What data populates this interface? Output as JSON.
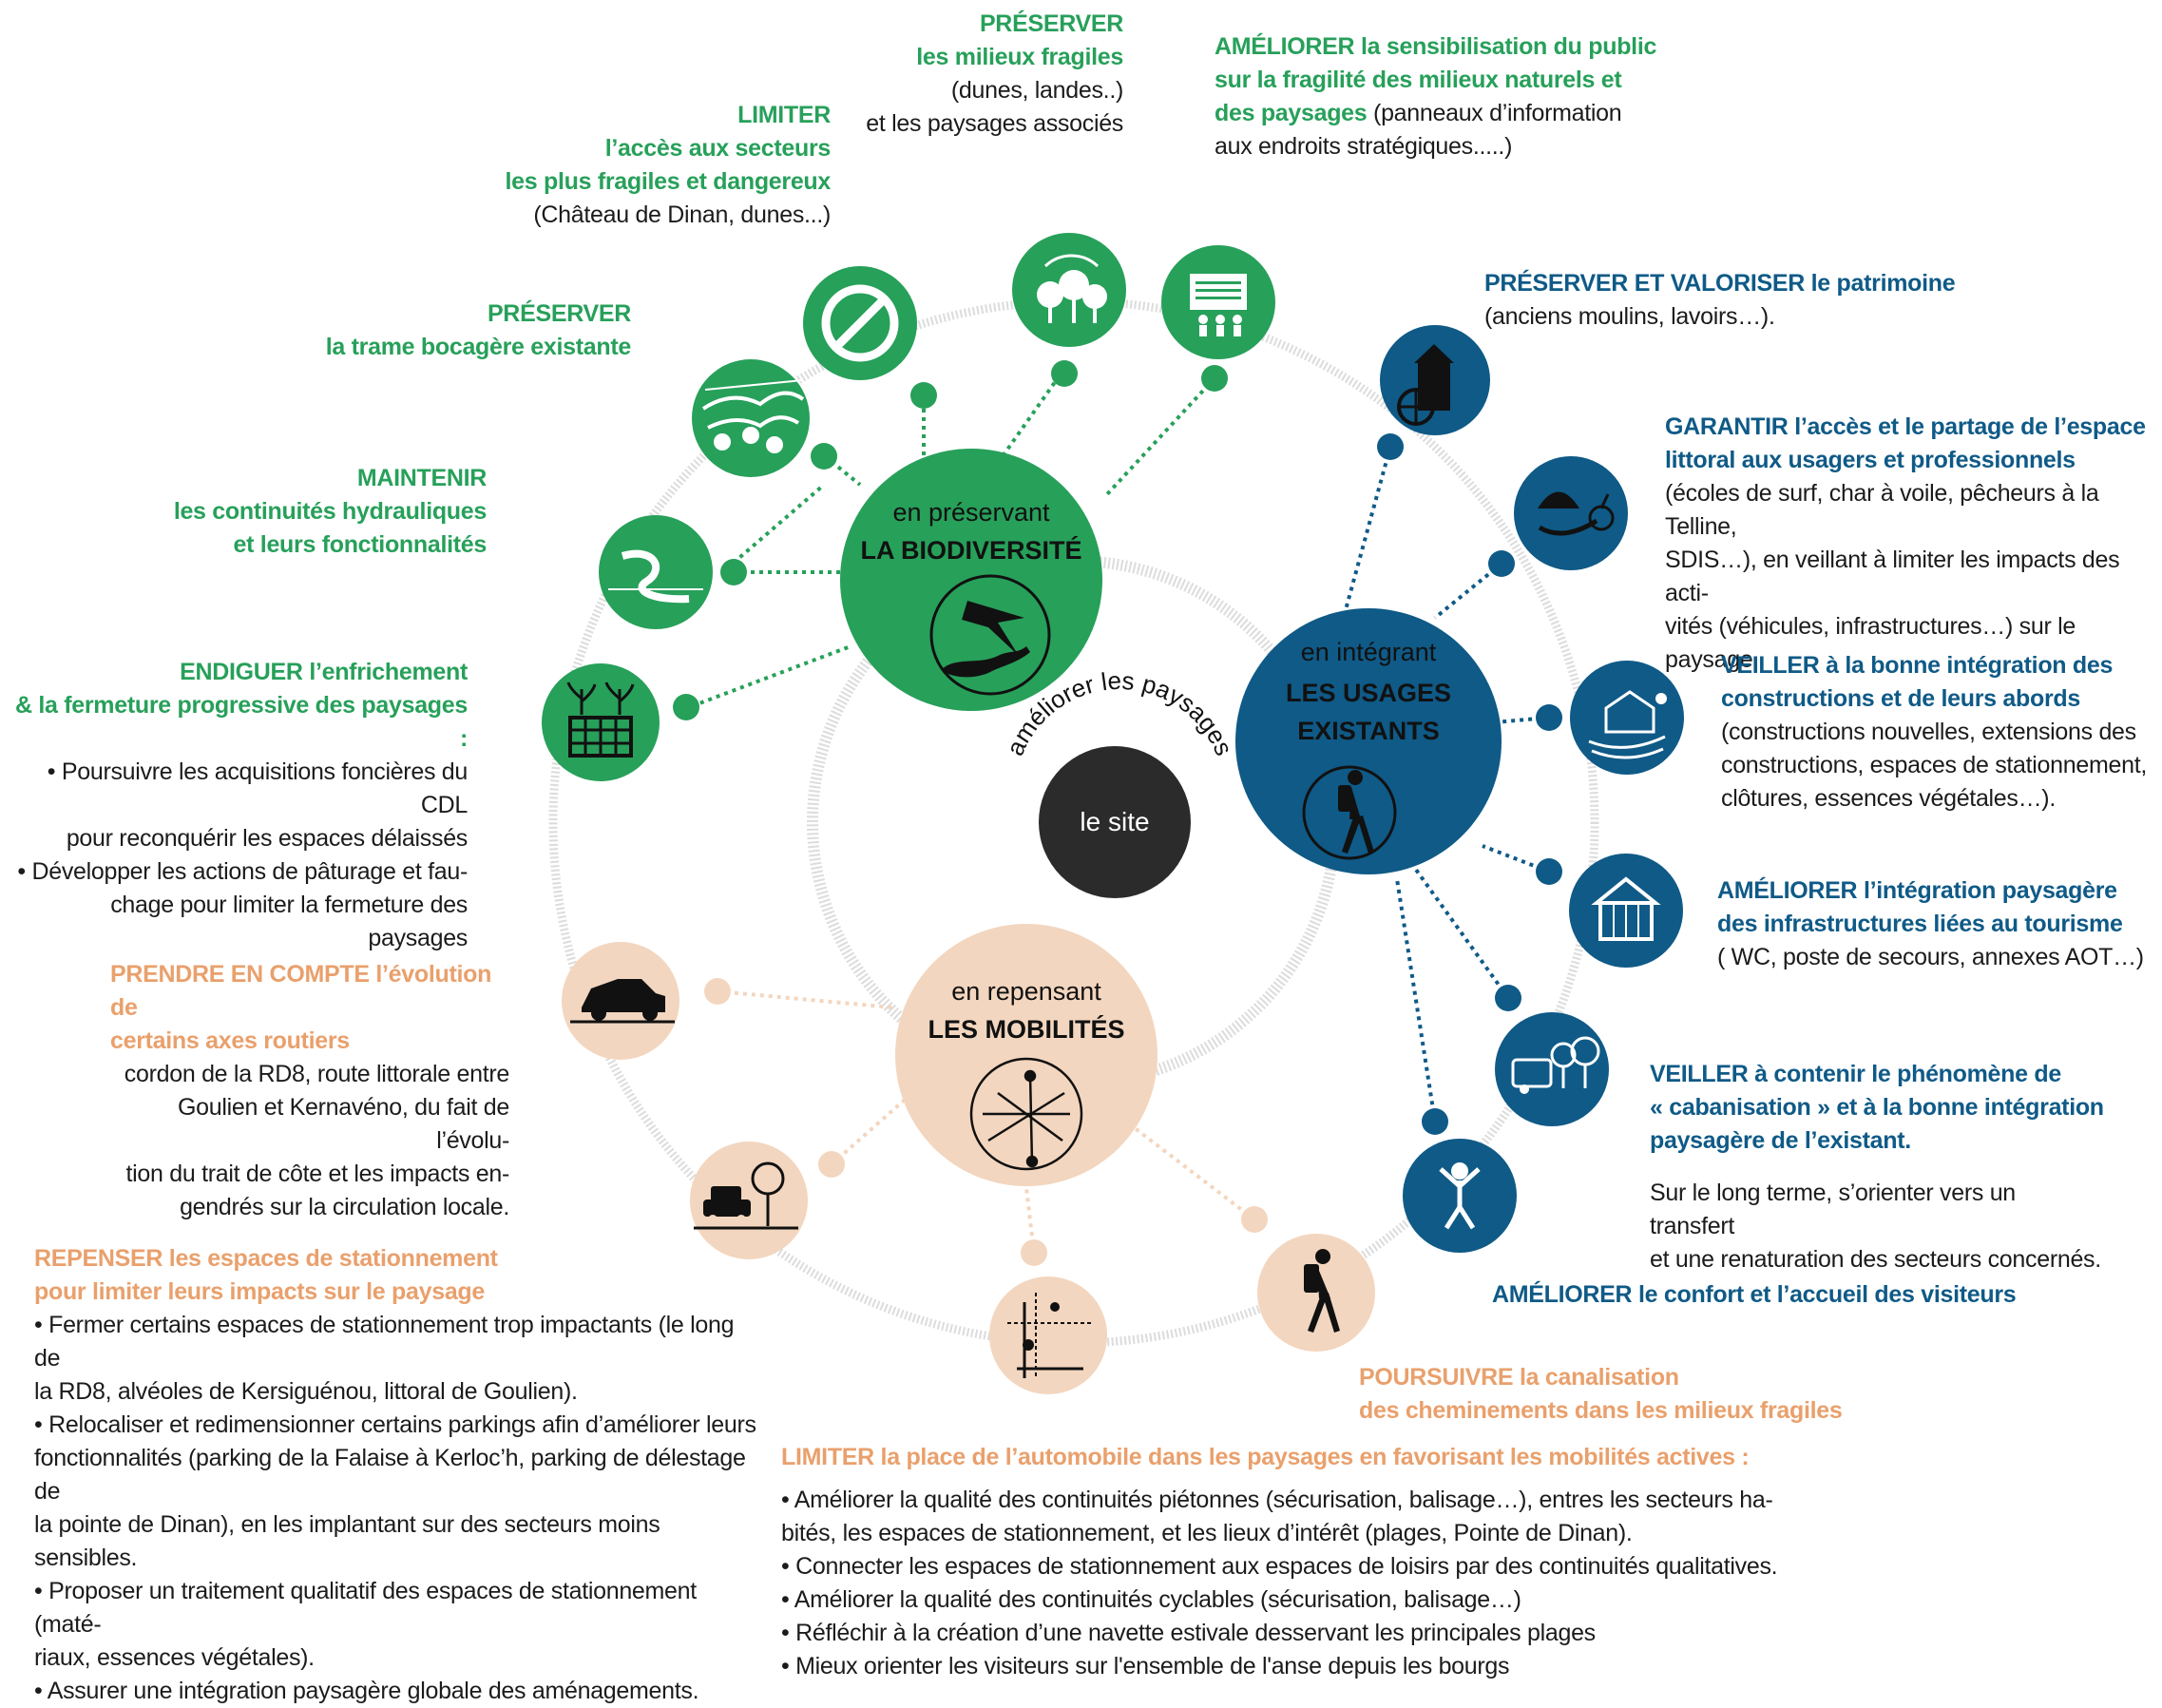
{
  "colors": {
    "green": "#27a05a",
    "green_text": "#27a05a",
    "blue": "#0f5a87",
    "blue_text": "#0f5a87",
    "peach": "#f3d6bf",
    "orange_text": "#e9a06c",
    "dark": "#2b2b2b",
    "ring": "#d9d9d9"
  },
  "center": {
    "label": "le site",
    "arc_label": "améliorer les paysages"
  },
  "hubs": {
    "biodiversite": {
      "line1": "en préservant",
      "line2": "LA BIODIVERSITÉ",
      "icon": "swift-bird-and-lizard-icon"
    },
    "usages": {
      "line1": "en intégrant",
      "line2": "LES USAGES",
      "line3": "EXISTANTS",
      "icon": "hiker-icon"
    },
    "mobilites": {
      "line1": "en repensant",
      "line2": "LES MOBILITÉS",
      "icon": "network-arrows-icon"
    }
  },
  "icons": {
    "forbidden": "forbidden-sign-icon",
    "trees_cycle": "trees-cycle-icon",
    "information_board": "information-board-icon",
    "hedgerow": "hedgerow-landscape-icon",
    "river": "river-icon",
    "fence_plants": "fence-plants-icon",
    "mill": "mill-icon",
    "shell_hand": "shell-hand-icon",
    "house_landscape": "house-landscape-icon",
    "cabin": "cabin-icon",
    "caravan_trees": "caravan-trees-icon",
    "happy_person": "happy-person-icon",
    "hiker": "hiker-icon",
    "modes_chart": "mobility-modes-icon",
    "parking_tree": "parking-tree-icon",
    "car": "car-icon"
  },
  "texts": {
    "preserver_milieux": {
      "key": "PRÉSERVER",
      "l1": "les milieux fragiles",
      "l2": "(dunes, landes..)",
      "l3": "et les paysages associés"
    },
    "ameliorer_sensibilisation": {
      "key": "AMÉLIORER",
      "l1": "la sensibilisation du public",
      "l2": "sur la fragilité des milieux naturels et",
      "l3": "des paysages",
      "l3b": "(panneaux d’information",
      "l4": "aux endroits stratégiques.....)"
    },
    "limiter_acces": {
      "key": "LIMITER",
      "l1": "l’accès aux secteurs",
      "l2": "les plus fragiles et dangereux",
      "l3": "(Château de Dinan, dunes...)"
    },
    "preserver_trame": {
      "key": "PRÉSERVER",
      "l1": "la trame bocagère existante"
    },
    "maintenir": {
      "key": "MAINTENIR",
      "l1": "les continuités hydrauliques",
      "l2": "et leurs fonctionnalités"
    },
    "endiguer": {
      "key": "ENDIGUER",
      "l1a": "l’enfrichement",
      "l2": "& la fermeture progressive des paysages :",
      "b1a": "• Poursuivre les acquisitions foncières du CDL",
      "b1b": "pour reconquérir les espaces délaissés",
      "b2a": "• Développer les actions de pâturage et fau-",
      "b2b": "chage pour limiter la fermeture des paysages"
    },
    "patrimoine": {
      "key": "PRÉSERVER ET VALORISER",
      "l1": "le patrimoine",
      "l2": "(anciens moulins, lavoirs…)."
    },
    "garantir": {
      "key": "GARANTIR",
      "l1": "l’accès et le partage de l’espace",
      "l2": "littoral aux usagers et professionnels",
      "l3": "(écoles de surf, char à voile, pêcheurs à la Telline,",
      "l4": "SDIS…), en veillant à limiter les impacts des acti-",
      "l5": "vités (véhicules, infrastructures…) sur le paysage."
    },
    "veiller_constructions": {
      "key": "VEILLER",
      "l1": "à la bonne intégration des",
      "l2": "constructions et de leurs abords",
      "l3": "(constructions nouvelles, extensions des",
      "l4": "constructions, espaces de stationnement,",
      "l5": "clôtures, essences végétales…)."
    },
    "ameliorer_infra": {
      "key": "AMÉLIORER",
      "l1": "l’intégration paysagère",
      "l2": "des infrastructures liées au tourisme",
      "l3": "( WC, poste de secours, annexes AOT…)"
    },
    "veiller_cabanisation": {
      "key": "VEILLER",
      "l1": "à contenir le phénomène de",
      "l2": "« cabanisation » et à la bonne intégration",
      "l3": "paysagère de l’existant.",
      "l4": "Sur le long terme, s’orienter vers un transfert",
      "l5": "et une renaturation des secteurs concernés."
    },
    "ameliorer_confort": {
      "key": "AMÉLIORER",
      "l1": "le confort et l’accueil des visiteurs"
    },
    "poursuivre": {
      "key": "POURSUIVRE",
      "l1": "la canalisation",
      "l2": "des cheminements dans les milieux fragiles"
    },
    "prendre_compte": {
      "key": "PRENDRE EN COMPTE",
      "l1": "l’évolution de",
      "l2": "certains axes routiers",
      "l3": "cordon de la RD8, route littorale entre",
      "l4": "Goulien et Kernavéno, du fait de l’évolu-",
      "l5": "tion du trait de côte et les impacts en-",
      "l6": "gendrés sur la circulation locale."
    },
    "repenser": {
      "key": "REPENSER",
      "l1": "les espaces de stationnement",
      "l2": "pour limiter leurs impacts sur le paysage",
      "b1": "• Fermer certains espaces de stationnement trop impactants (le long de",
      "b1b": "la RD8, alvéoles de Kersiguénou, littoral de Goulien).",
      "b2": "• Relocaliser et redimensionner certains parkings afin d’améliorer leurs",
      "b2b": "fonctionnalités (parking de la Falaise à Kerloc’h, parking de délestage de",
      "b2c": "la pointe de Dinan), en les implantant sur des secteurs moins sensibles.",
      "b3": "• Proposer un traitement qualitatif des espaces de stationnement (maté-",
      "b3b": "riaux, essences végétales).",
      "b4": "• Assurer une intégration paysagère globale des aménagements."
    },
    "limiter_auto": {
      "key": "LIMITER",
      "l1": "la place de l’automobile dans les paysages en favorisant les mobilités actives :",
      "b1": "• Améliorer la qualité des continuités piétonnes (sécurisation, balisage…), entres les secteurs ha-",
      "b1b": "bités, les espaces de stationnement, et les lieux d’intérêt (plages, Pointe de Dinan).",
      "b2": "• Connecter les espaces de stationnement aux espaces de loisirs par des continuités qualitatives.",
      "b3": "• Améliorer la qualité des continuités cyclables (sécurisation, balisage…)",
      "b4": "• Réfléchir à la création d’une navette estivale desservant les principales plages",
      "b5": "• Mieux orienter les visiteurs sur l'ensemble de l'anse depuis les bourgs"
    }
  }
}
